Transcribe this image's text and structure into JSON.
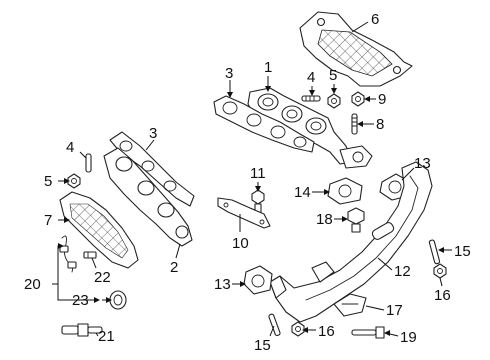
{
  "callouts": {
    "c1": "1",
    "c2": "2",
    "c3a": "3",
    "c3b": "3",
    "c4a": "4",
    "c4b": "4",
    "c5a": "5",
    "c5b": "5",
    "c6": "6",
    "c7": "7",
    "c8": "8",
    "c9": "9",
    "c10": "10",
    "c11": "11",
    "c12": "12",
    "c13a": "13",
    "c13b": "13",
    "c14": "14",
    "c15a": "15",
    "c15b": "15",
    "c16a": "16",
    "c16b": "16",
    "c17": "17",
    "c18": "18",
    "c19": "19",
    "c20": "20",
    "c21": "21",
    "c22": "22",
    "c23": "23"
  }
}
